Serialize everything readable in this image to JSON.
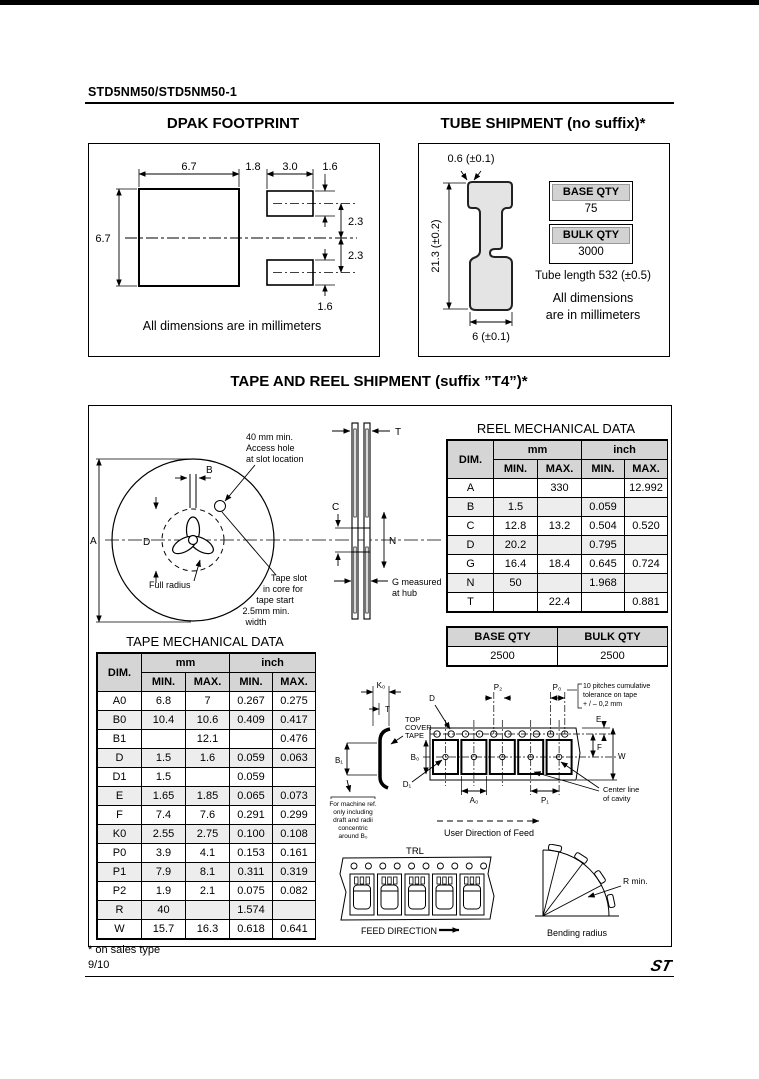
{
  "header": {
    "doc_id": "STD5NM50/STD5NM50-1"
  },
  "footprint": {
    "title": "DPAK FOOTPRINT",
    "note": "All dimensions are in millimeters",
    "dims": {
      "body_w": "6.7",
      "gap": "1.8",
      "pad_w": "3.0",
      "pad_top_h": "1.6",
      "body_h": "6.7",
      "pitch_top": "2.3",
      "pitch_bot": "2.3",
      "pad_bot_h": "1.6"
    }
  },
  "tube": {
    "title": "TUBE SHIPMENT (no suffix)*",
    "dim_top": "0.6 (±0.1)",
    "dim_height": "21.3 (±0.2)",
    "dim_width": "6 (±0.1)",
    "base_label": "BASE QTY",
    "base_value": "75",
    "bulk_label": "BULK QTY",
    "bulk_value": "3000",
    "length_note": "Tube length 532 (±0.5)",
    "note1": "All dimensions",
    "note2": "are in millimeters"
  },
  "tape_reel_title": "TAPE AND REEL SHIPMENT (suffix ”T4”)*",
  "reel_diagram": {
    "a": "A",
    "b": "B",
    "d": "D",
    "full_radius": "Full radius",
    "access1": "40 mm min.",
    "access2": "Access hole",
    "access3": "at slot location",
    "slot1": "Tape slot",
    "slot2": "in core for",
    "slot3": "tape start",
    "slot4": "2.5mm min.",
    "slot5": "width",
    "t": "T",
    "c": "C",
    "n": "N",
    "g1": "G measured",
    "g2": "at hub"
  },
  "reel_table": {
    "title": "REEL MECHANICAL DATA",
    "h_dim": "DIM.",
    "h_mm": "mm",
    "h_inch": "inch",
    "h_min": "MIN.",
    "h_max": "MAX.",
    "rows": [
      {
        "dim": "A",
        "mm_min": "",
        "mm_max": "330",
        "in_min": "",
        "in_max": "12.992"
      },
      {
        "dim": "B",
        "mm_min": "1.5",
        "mm_max": "",
        "in_min": "0.059",
        "in_max": ""
      },
      {
        "dim": "C",
        "mm_min": "12.8",
        "mm_max": "13.2",
        "in_min": "0.504",
        "in_max": "0.520"
      },
      {
        "dim": "D",
        "mm_min": "20.2",
        "mm_max": "",
        "in_min": "0.795",
        "in_max": ""
      },
      {
        "dim": "G",
        "mm_min": "16.4",
        "mm_max": "18.4",
        "in_min": "0.645",
        "in_max": "0.724"
      },
      {
        "dim": "N",
        "mm_min": "50",
        "mm_max": "",
        "in_min": "1.968",
        "in_max": ""
      },
      {
        "dim": "T",
        "mm_min": "",
        "mm_max": "22.4",
        "in_min": "",
        "in_max": "0.881"
      }
    ]
  },
  "qty_table": {
    "base_label": "BASE QTY",
    "bulk_label": "BULK QTY",
    "base_value": "2500",
    "bulk_value": "2500"
  },
  "tape_table": {
    "title": "TAPE MECHANICAL DATA",
    "h_dim": "DIM.",
    "h_mm": "mm",
    "h_inch": "inch",
    "h_min": "MIN.",
    "h_max": "MAX.",
    "rows": [
      {
        "dim": "A0",
        "mm_min": "6.8",
        "mm_max": "7",
        "in_min": "0.267",
        "in_max": "0.275"
      },
      {
        "dim": "B0",
        "mm_min": "10.4",
        "mm_max": "10.6",
        "in_min": "0.409",
        "in_max": "0.417"
      },
      {
        "dim": "B1",
        "mm_min": "",
        "mm_max": "12.1",
        "in_min": "",
        "in_max": "0.476"
      },
      {
        "dim": "D",
        "mm_min": "1.5",
        "mm_max": "1.6",
        "in_min": "0.059",
        "in_max": "0.063"
      },
      {
        "dim": "D1",
        "mm_min": "1.5",
        "mm_max": "",
        "in_min": "0.059",
        "in_max": ""
      },
      {
        "dim": "E",
        "mm_min": "1.65",
        "mm_max": "1.85",
        "in_min": "0.065",
        "in_max": "0.073"
      },
      {
        "dim": "F",
        "mm_min": "7.4",
        "mm_max": "7.6",
        "in_min": "0.291",
        "in_max": "0.299"
      },
      {
        "dim": "K0",
        "mm_min": "2.55",
        "mm_max": "2.75",
        "in_min": "0.100",
        "in_max": "0.108"
      },
      {
        "dim": "P0",
        "mm_min": "3.9",
        "mm_max": "4.1",
        "in_min": "0.153",
        "in_max": "0.161"
      },
      {
        "dim": "P1",
        "mm_min": "7.9",
        "mm_max": "8.1",
        "in_min": "0.311",
        "in_max": "0.319"
      },
      {
        "dim": "P2",
        "mm_min": "1.9",
        "mm_max": "2.1",
        "in_min": "0.075",
        "in_max": "0.082"
      },
      {
        "dim": "R",
        "mm_min": "40",
        "mm_max": "",
        "in_min": "1.574",
        "in_max": ""
      },
      {
        "dim": "W",
        "mm_min": "15.7",
        "mm_max": "16.3",
        "in_min": "0.618",
        "in_max": "0.641"
      }
    ]
  },
  "tape_diagram": {
    "k0": "K₀",
    "t": "T",
    "d": "D",
    "p2": "P₂",
    "p0": "P₀",
    "e": "E",
    "f": "F",
    "w": "W",
    "b1": "B₁",
    "b0": "B₀",
    "d1": "D₁",
    "a0": "A₀",
    "p1": "P₁",
    "cover1": "TOP",
    "cover2": "COVER",
    "cover3": "TAPE",
    "pitch1": "10 pitches cumulative",
    "pitch2": "tolerance on tape",
    "pitch3": "+ / – 0,2 mm",
    "mach1": "For machine ref.",
    "mach2": "only including",
    "mach3": "draft and radii",
    "mach4": "concentric",
    "mach5": "around B₀",
    "cl1": "Center line",
    "cl2": "of cavity",
    "feed": "User Direction of Feed"
  },
  "strip": {
    "trl": "TRL",
    "feed": "FEED DIRECTION",
    "rmin": "R min.",
    "bending": "Bending radius"
  },
  "footer": {
    "footnote": "* on sales type",
    "page": "9/10",
    "logo": "ST"
  },
  "colors": {
    "table_header_bg": "#d5d5d5",
    "row_alt_bg": "#ededed",
    "tube_fill": "#e4e4e4"
  }
}
